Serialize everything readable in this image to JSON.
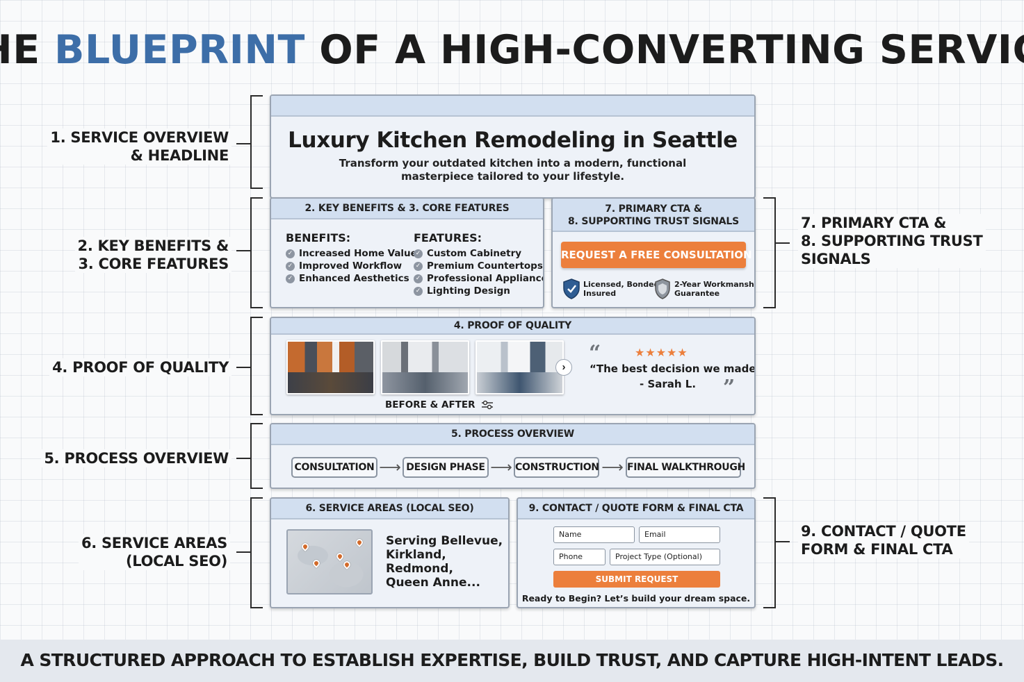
{
  "title": {
    "pre": "HE ",
    "accent": "BLUEPRINT",
    "post": " OF A HIGH-CONVERTING SERVICE PAG"
  },
  "colors": {
    "accent": "#3d6ea8",
    "cta": "#ec7f3c",
    "panel_header": "#d2dff0",
    "panel_bg": "#eef2f8"
  },
  "labels": {
    "service": [
      "1. SERVICE OVERVIEW",
      "& HEADLINE"
    ],
    "benefits": [
      "2. KEY BENEFITS &",
      "3. CORE FEATURES"
    ],
    "proof": [
      "4. PROOF OF QUALITY"
    ],
    "process": [
      "5. PROCESS OVERVIEW"
    ],
    "areas": [
      "6. SERVICE AREAS",
      "(LOCAL SEO)"
    ],
    "cta": [
      "7. PRIMARY CTA &",
      "8. SUPPORTING TRUST",
      "SIGNALS"
    ],
    "form": [
      "9. CONTACT / QUOTE",
      "FORM & FINAL CTA"
    ]
  },
  "hero": {
    "title": "Luxury Kitchen Remodeling in Seattle",
    "subtitle": [
      "Transform your outdated kitchen into a modern, functional",
      "masterpiece tailored to your lifestyle."
    ]
  },
  "benefits_panel": {
    "header": "2. KEY BENEFITS & 3. CORE FEATURES",
    "benefits_title": "BENEFITS:",
    "benefits": [
      "Increased Home Value",
      "Improved Workflow",
      "Enhanced Aesthetics"
    ],
    "features_title": "FEATURES:",
    "features": [
      "Custom Cabinetry",
      "Premium Countertops",
      "Professional Appliances",
      "Lighting Design"
    ]
  },
  "cta_panel": {
    "header": [
      "7. PRIMARY CTA &",
      "8. SUPPORTING TRUST SIGNALS"
    ],
    "button": "REQUEST A FREE CONSULTATION",
    "trust1": [
      "Licensed, Bonded,",
      "Insured"
    ],
    "trust2": [
      "2-Year Workmanship",
      "Guarantee"
    ],
    "icons": [
      "shield-check-icon",
      "shield-badge-icon"
    ]
  },
  "proof_panel": {
    "header": "4. PROOF OF QUALITY",
    "caption": "BEFORE & AFTER",
    "rating": 5,
    "quote": "“The best decision we made!",
    "author": "- Sarah L.",
    "icons": [
      "chevron-right-icon",
      "slider-icon",
      "quote-open-icon",
      "quote-close-icon",
      "star-icon"
    ]
  },
  "process_panel": {
    "header": "5. PROCESS OVERVIEW",
    "steps": [
      "CONSULTATION",
      "DESIGN PHASE",
      "CONSTRUCTION",
      "FINAL WALKTHROUGH"
    ]
  },
  "areas_panel": {
    "header": "6. SERVICE AREAS (LOCAL SEO)",
    "lines": [
      "Serving Bellevue,",
      "Kirkland,",
      "Redmond,",
      "Queen Anne..."
    ]
  },
  "form_panel": {
    "header": "9. CONTACT / QUOTE FORM & FINAL CTA",
    "name": "Name",
    "email": "Email",
    "phone": "Phone",
    "project": "Project Type (Optional)",
    "submit": "SUBMIT REQUEST",
    "ready": "Ready to Begin? Let’s build your dream space."
  },
  "footer": "A STRUCTURED APPROACH TO ESTABLISH EXPERTISE, BUILD TRUST, AND CAPTURE HIGH-INTENT LEADS."
}
